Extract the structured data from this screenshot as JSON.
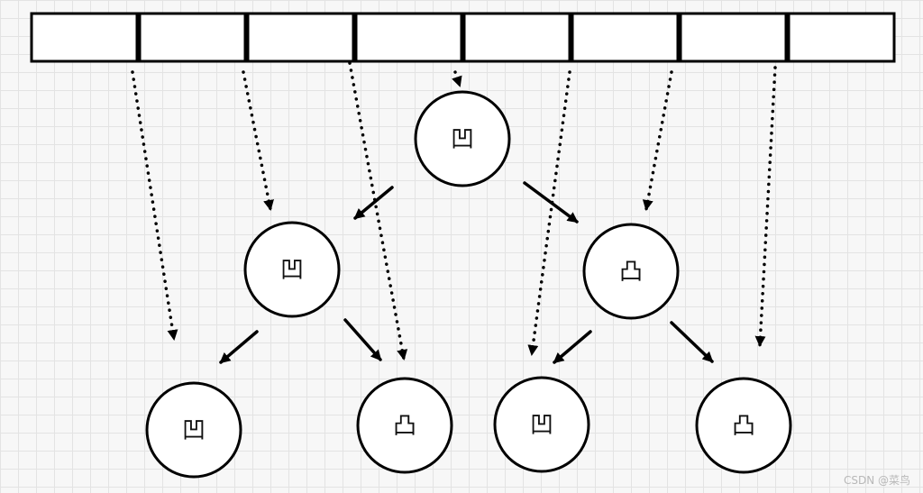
{
  "array": {
    "cells": [
      "",
      "",
      "",
      "",
      "",
      "",
      "",
      ""
    ]
  },
  "nodes": [
    {
      "id": "root",
      "label": "凹"
    },
    {
      "id": "left",
      "label": "凹"
    },
    {
      "id": "right",
      "label": "凸"
    },
    {
      "id": "left-left",
      "label": "凹"
    },
    {
      "id": "left-right",
      "label": "凸"
    },
    {
      "id": "right-left",
      "label": "凹"
    },
    {
      "id": "right-right",
      "label": "凸"
    }
  ],
  "watermark": "CSDN @菜鸟"
}
